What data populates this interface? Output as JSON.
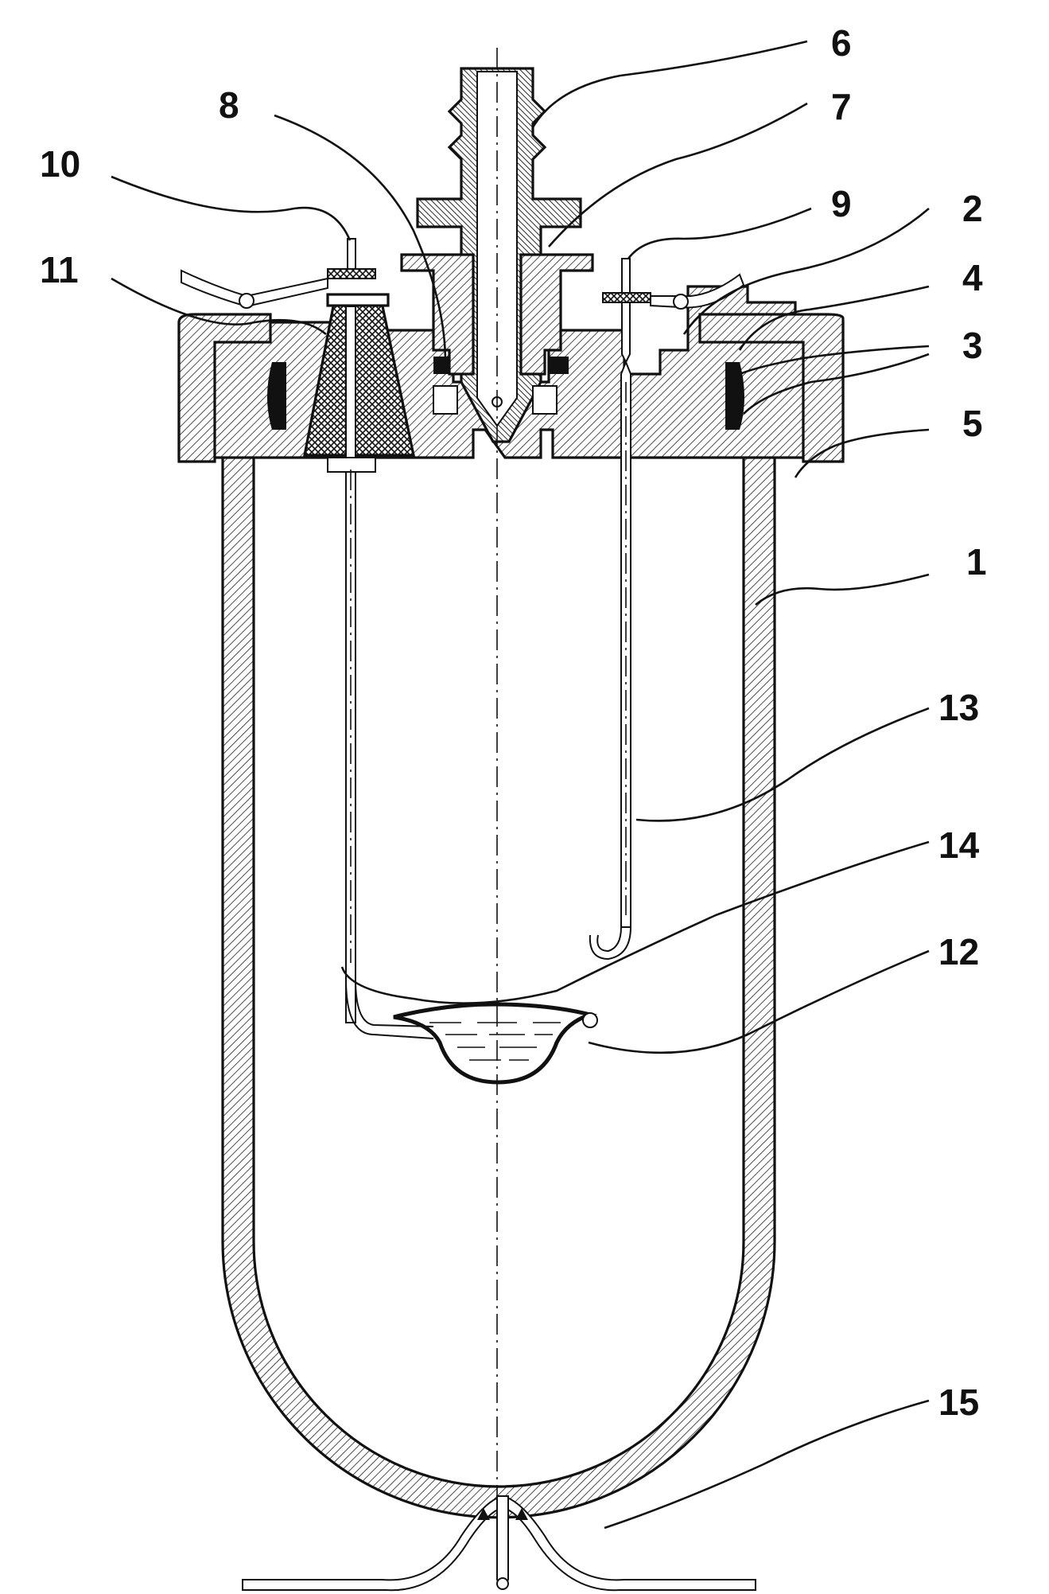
{
  "figure": {
    "labels": {
      "l1": "1",
      "l2": "2",
      "l3": "3",
      "l4": "4",
      "l5": "5",
      "l6": "6",
      "l7": "7",
      "l8": "8",
      "l9": "9",
      "l10": "10",
      "l11": "11",
      "l12": "12",
      "l13": "13",
      "l14": "14",
      "l15": "15"
    }
  }
}
